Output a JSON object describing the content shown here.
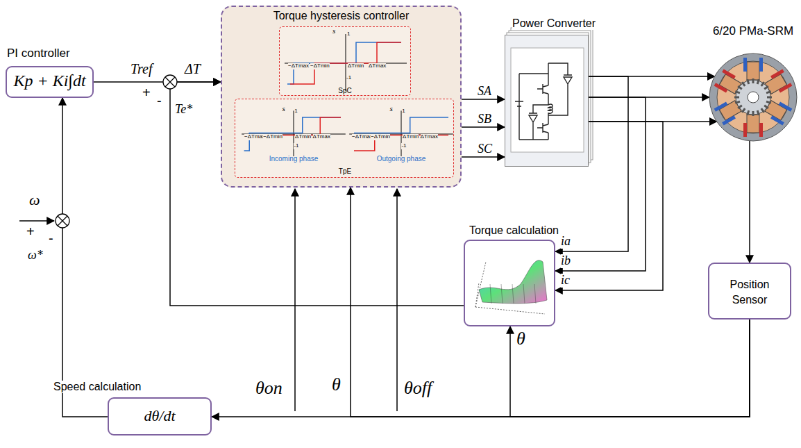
{
  "diagram": {
    "nodes": [
      {
        "text": [
          "PI controller",
          "Kp + Ki∫dt"
        ]
      },
      {
        "text": [
          "Torque hysteresis controller"
        ]
      },
      {
        "text": [
          "SpC"
        ],
        "in": 1
      },
      {
        "text": [
          "Incoming phase",
          "Outgoing phase",
          "TpE"
        ],
        "in": 1
      },
      {
        "text": [
          "Power Converter"
        ]
      },
      {
        "text": [
          "6/20 PMa-SRM"
        ]
      },
      {
        "text": [
          "Torque calculation"
        ]
      },
      {
        "text": [
          "Position Sensor"
        ]
      },
      {
        "text": [
          "Speed calculation",
          "dθ/dt"
        ]
      }
    ],
    "edges": [
      {
        "from": 0,
        "to": 1,
        "arrow": "to"
      },
      {
        "from": 1,
        "to": 4,
        "arrow": "to",
        "label": "SA"
      },
      {
        "from": 1,
        "to": 4,
        "arrow": "to",
        "label": "SB"
      },
      {
        "from": 1,
        "to": 4,
        "arrow": "to",
        "label": "SC"
      },
      {
        "from": 4,
        "to": 5,
        "arrow": "to"
      },
      {
        "from": 4,
        "to": 5,
        "arrow": "to"
      },
      {
        "from": 4,
        "to": 5,
        "arrow": "to"
      },
      {
        "from": 4,
        "to": 6,
        "arrow": "to",
        "label": "ia"
      },
      {
        "from": 4,
        "to": 6,
        "arrow": "to",
        "label": "ib"
      },
      {
        "from": 4,
        "to": 6,
        "arrow": "to",
        "label": "ic"
      },
      {
        "from": 5,
        "to": 7,
        "arrow": "to"
      },
      {
        "from": 7,
        "to": 8,
        "arrow": "to"
      },
      {
        "from": 7,
        "to": 6,
        "arrow": "to",
        "label": "θ"
      },
      {
        "from": 7,
        "to": 1,
        "arrow": "to",
        "label": "θ"
      },
      {
        "from": 6,
        "to": 1,
        "arrow": "to",
        "label": "Te*"
      },
      {
        "from": 8,
        "to": 0,
        "arrow": "to",
        "label": "ω*"
      }
    ],
    "labels": [
      "Tref",
      "+",
      "ΔT",
      "-",
      "ω",
      "+",
      "-",
      "θon",
      "θoff",
      "s",
      "1",
      "-1",
      "−ΔTmax",
      "−ΔTmin",
      "ΔTmin",
      "ΔTmax",
      "s",
      "1",
      "-1",
      "−ΔTmax",
      "−ΔTmin",
      "ΔTmin",
      "ΔTmax",
      "s",
      "1",
      "-1",
      "−ΔTmax",
      "−ΔTmin",
      "ΔTmin",
      "ΔTmax"
    ]
  }
}
